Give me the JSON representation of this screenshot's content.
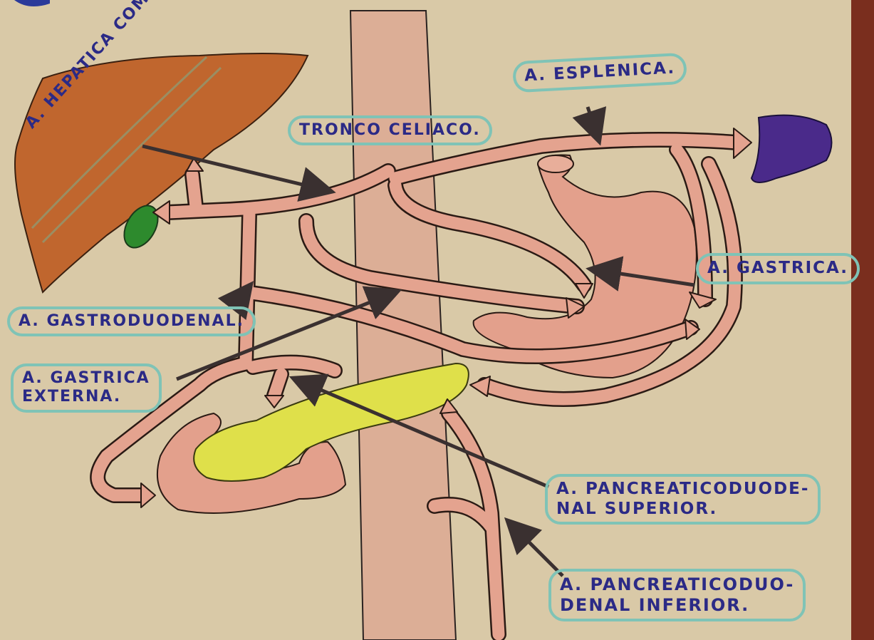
{
  "labels": {
    "hepatica": "A. HEPATICA COMUN.",
    "tronco": "TRONCO CELIACO.",
    "esplenica": "A. ESPLENICA.",
    "gastrica": "A. GASTRICA.",
    "gastroduodenal": "A. GASTRODUODENAL.",
    "gastrica_externa_1": "A. GASTRICA",
    "gastrica_externa_2": "EXTERNA.",
    "panc_sup_1": "A. PANCREATICODUODE-",
    "panc_sup_2": "NAL SUPERIOR.",
    "panc_inf_1": "A. PANCREATICODUO-",
    "panc_inf_2": "DENAL INFERIOR."
  },
  "colors": {
    "paper": "#d9c9a7",
    "liver": "#c0662e",
    "vessel": "#e4a38f",
    "stomach": "#e3a08c",
    "pancreas": "#dfe04a",
    "spleen": "#4a2a8a",
    "gallbladder": "#2d8a2d",
    "aorta": "#dcae96",
    "label_text": "#2b2a86",
    "label_border": "#7fc3b6",
    "pointer": "#3a3030"
  }
}
